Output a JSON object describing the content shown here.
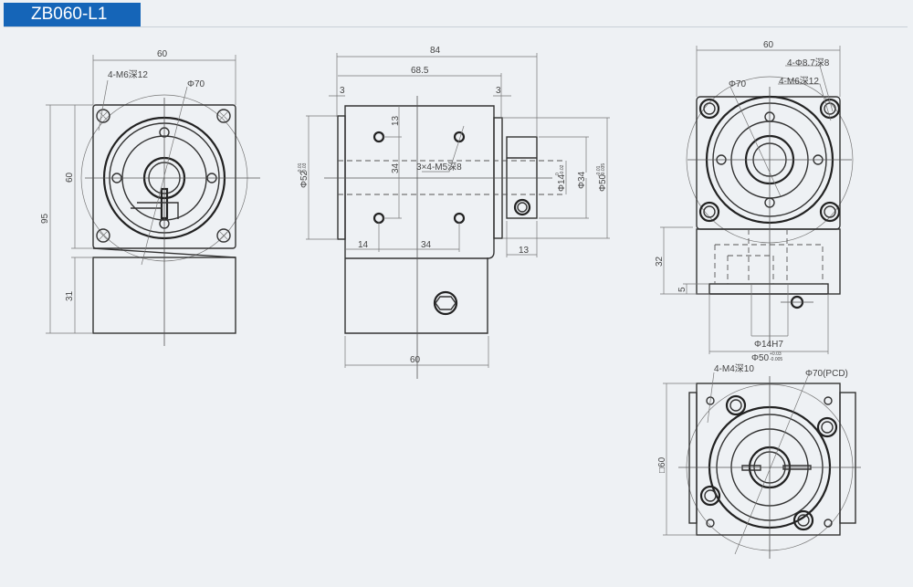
{
  "title": "ZB060-L1",
  "front_view": {
    "width": "60",
    "height_total": "95",
    "height_flange": "60",
    "height_base": "31",
    "holes": "4-M6深12",
    "pcd": "Φ70"
  },
  "side_view": {
    "length_total": "84",
    "length_body": "68.5",
    "flange_left": "3",
    "flange_right": "3",
    "hole_spacing_v1": "13",
    "hole_spacing_v2": "34",
    "hole_offset": "14",
    "hole_spacing_h": "34",
    "holes": "3×4-M5深8",
    "pilot_dia": "Φ52",
    "pilot_tol_upper": "-0.01",
    "pilot_tol_lower": "-0.03",
    "shaft_dia": "Φ14",
    "shaft_tol_upper": "0",
    "shaft_tol_lower": "-0.02",
    "hub_dia": "Φ34",
    "output_pilot": "Φ50",
    "output_tol_upper": "-0.01",
    "output_tol_lower": "-0.035",
    "hub_length": "13",
    "base_width": "60"
  },
  "rear_view": {
    "width": "60",
    "counterbore": "4-Φ8.7深8",
    "holes": "4-M6深12",
    "pcd": "Φ70",
    "height": "32",
    "step": "5",
    "bore": "Φ14H7",
    "pilot": "Φ50",
    "pilot_tol_upper": "+0.03",
    "pilot_tol_lower": "-0.005"
  },
  "bottom_view": {
    "holes": "4-M4深10",
    "pcd": "Φ70(PCD)",
    "square": "□60"
  }
}
